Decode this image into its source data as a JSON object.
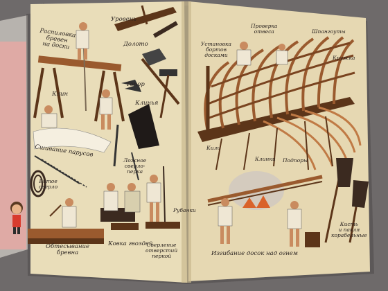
{
  "intro_text": "…",
  "labels": {
    "uroven": "Уровень",
    "rasplilovka": "Распиловка\nбревен\nна доски",
    "doloto": "Долото",
    "klin": "Клин",
    "klinya": "Клинья",
    "topor": "Топор",
    "ushivanie": "Сшивание парусов",
    "lozhnoe": "Ложное\nсверло-\nперка",
    "vitoe": "Витое\nсверло",
    "obtesyvanie": "Обтесывание\nбревна",
    "kovka": "Ковка гвоздей",
    "sverlenie": "Сверление\nотверстий\nперкой",
    "proverka": "Проверка\nотвеса",
    "shpangouty": "Шпангоуты",
    "kruzhka": "Кружка",
    "ustanovka": "Установка\nбортов\nдосками",
    "kil": "Киль",
    "klinki": "Клинки",
    "podpory": "Подпоры",
    "izgibanie": "Изгибание досок над огнем",
    "kist": "Кисть\nи пакля\nкорабельные",
    "rubanki": "Рубанки"
  },
  "colors": {
    "background": "#6e6a6a",
    "page": "#e9ddb9",
    "ink": "#2a2320",
    "wood": "#9a5a2e",
    "wood_dark": "#5c3519"
  }
}
